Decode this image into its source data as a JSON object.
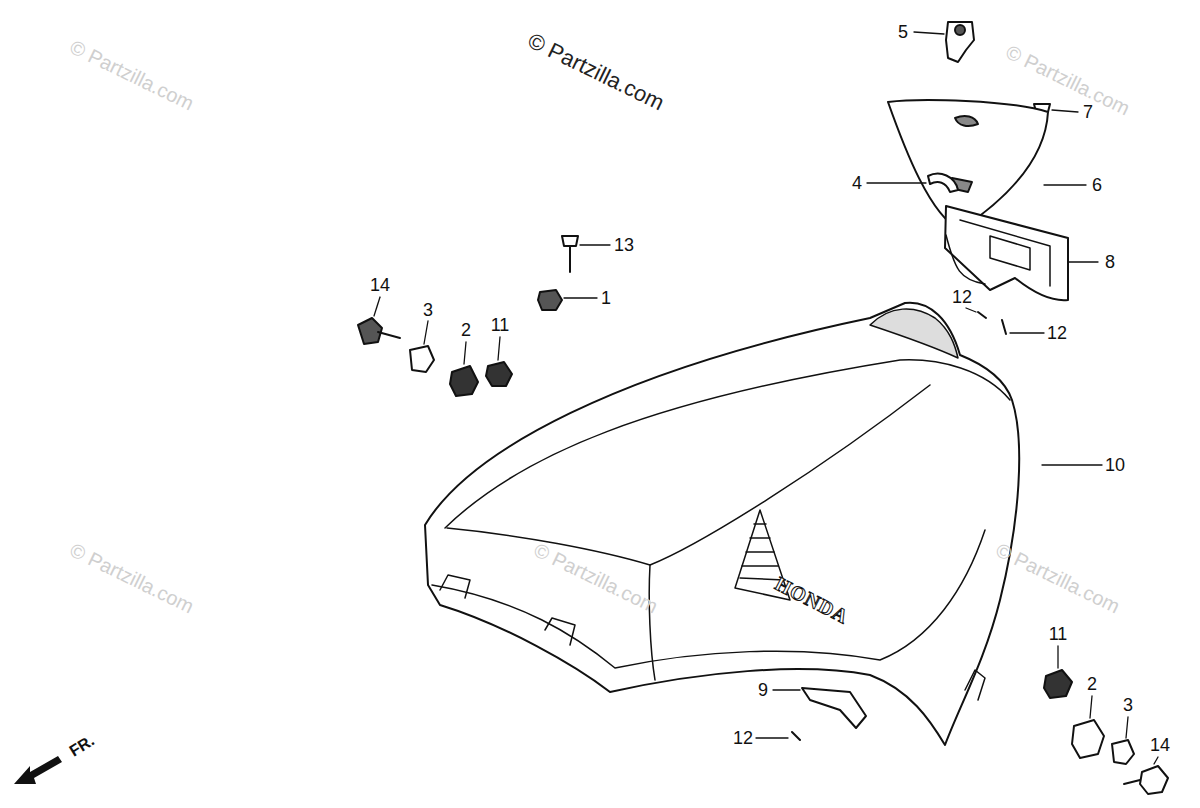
{
  "diagram": {
    "labels": [
      "© Partzilla.com",
      "© Partzilla.com",
      "© Partzilla.com",
      "© Partzilla.com",
      "© Partzilla.com",
      "© Partzilla.com",
      "5",
      "7",
      "4",
      "6",
      "13",
      "1",
      "8",
      "14",
      "3",
      "2",
      "11",
      "12",
      "12",
      "10",
      "9",
      "12",
      "11",
      "2",
      "3",
      "14",
      "FR.",
      "HONDA"
    ]
  }
}
